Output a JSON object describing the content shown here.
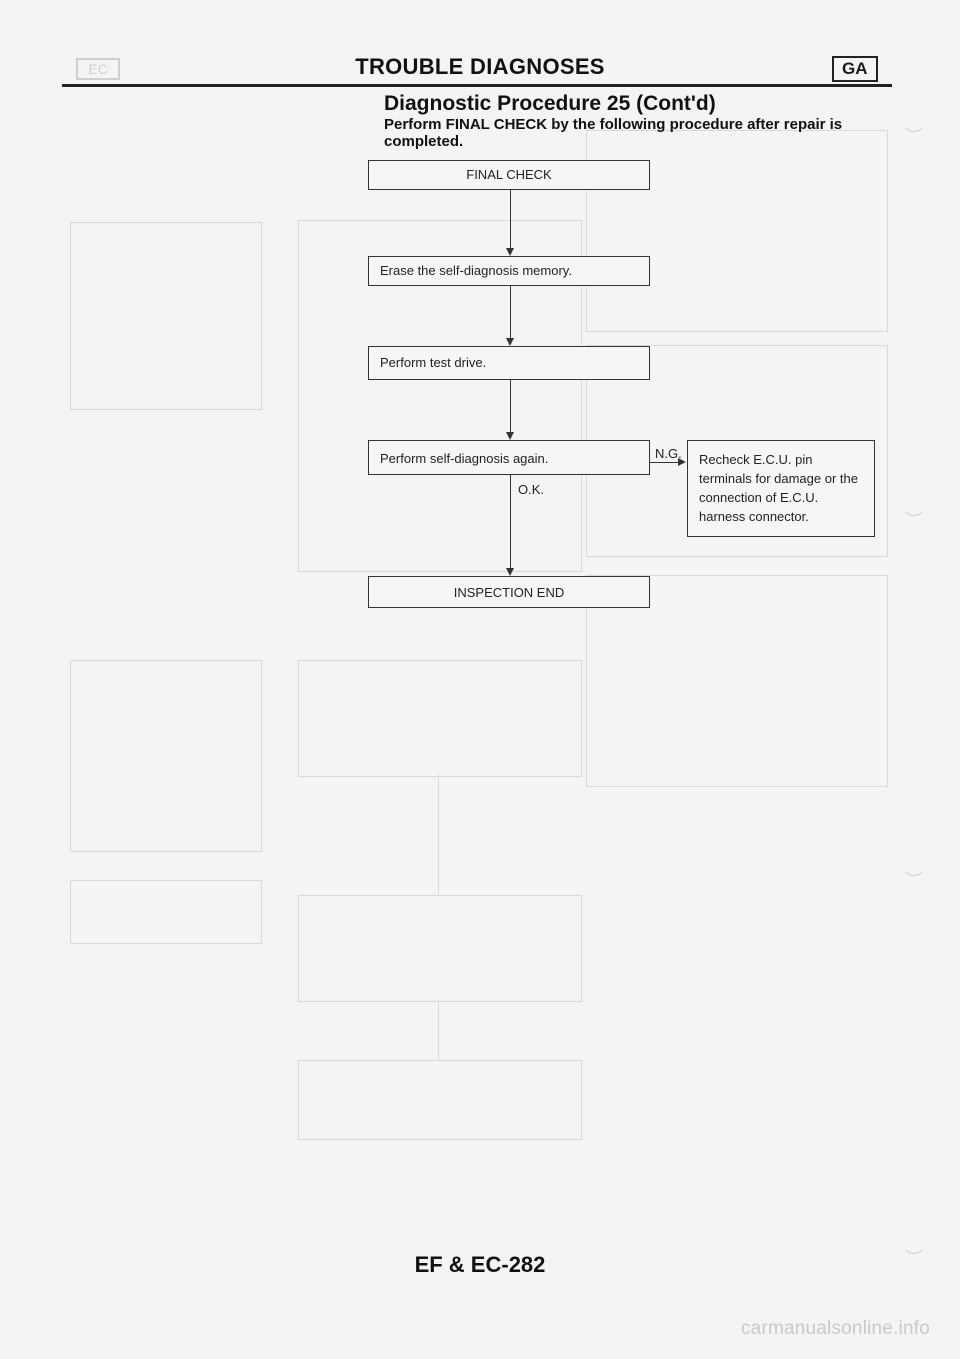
{
  "header": {
    "section_left": "EC",
    "title": "TROUBLE DIAGNOSES",
    "section_badge": "GA"
  },
  "procedure": {
    "title": "Diagnostic Procedure 25 (Cont'd)",
    "instruction": "Perform FINAL CHECK by the following procedure after repair is completed."
  },
  "flowchart": {
    "steps": [
      "FINAL CHECK",
      "Erase the self-diagnosis memory.",
      "Perform test drive.",
      "Perform self-diagnosis again.",
      "INSPECTION END"
    ],
    "ng_label": "N.G.",
    "ok_label": "O.K.",
    "ng_action": "Recheck E.C.U. pin terminals for damage or the connection of E.C.U. harness connector."
  },
  "footer": {
    "page_number": "EF & EC-282",
    "watermark": "carmanualsonline.info"
  }
}
